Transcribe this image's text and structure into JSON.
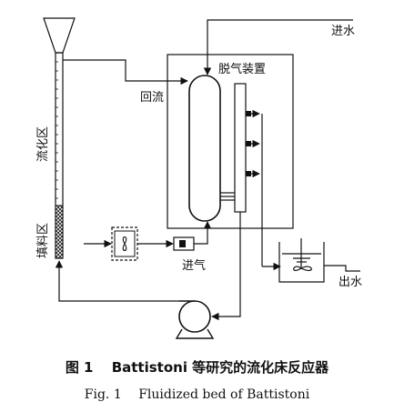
{
  "labels": {
    "inlet_water": "进水",
    "degassing_device": "脱气装置",
    "reflux": "回流",
    "fluidization_zone": "流化区",
    "packing_zone": "填料区",
    "air_inlet": "进气",
    "outlet_water": "出水"
  },
  "caption": {
    "chinese": "图 1　 Battistoni 等研究的流化床反应器",
    "english": "Fig. 1　 Fluidized bed of Battistoni"
  }
}
